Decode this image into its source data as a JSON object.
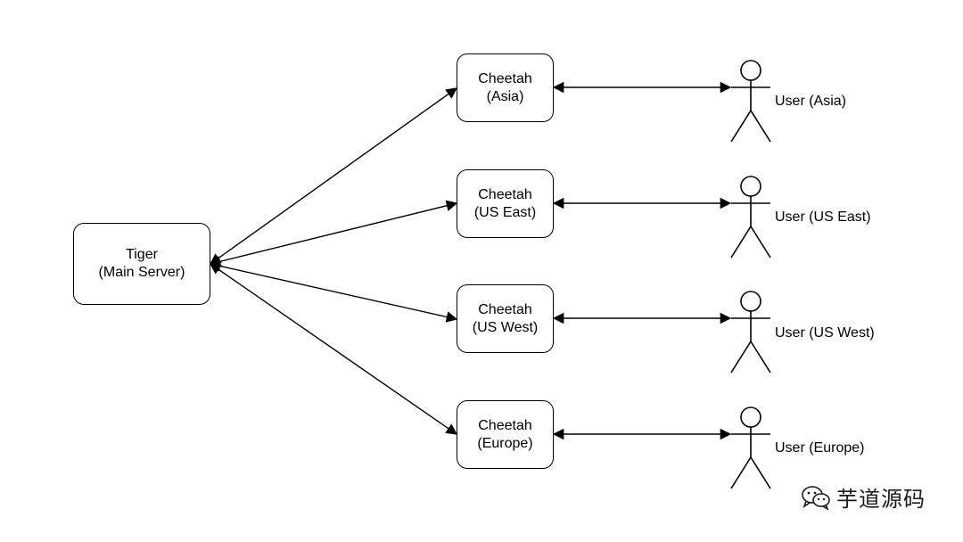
{
  "tiger": {
    "line1": "Tiger",
    "line2": "(Main Server)"
  },
  "cheetahs": [
    {
      "line1": "Cheetah",
      "line2": "(Asia)"
    },
    {
      "line1": "Cheetah",
      "line2": "(US East)"
    },
    {
      "line1": "Cheetah",
      "line2": "(US West)"
    },
    {
      "line1": "Cheetah",
      "line2": "(Europe)"
    }
  ],
  "users": [
    {
      "label": "User (Asia)"
    },
    {
      "label": "User (US East)"
    },
    {
      "label": "User (US West)"
    },
    {
      "label": "User (Europe)"
    }
  ],
  "watermark": {
    "text": "芋道源码",
    "icon": "wechat-icon"
  }
}
